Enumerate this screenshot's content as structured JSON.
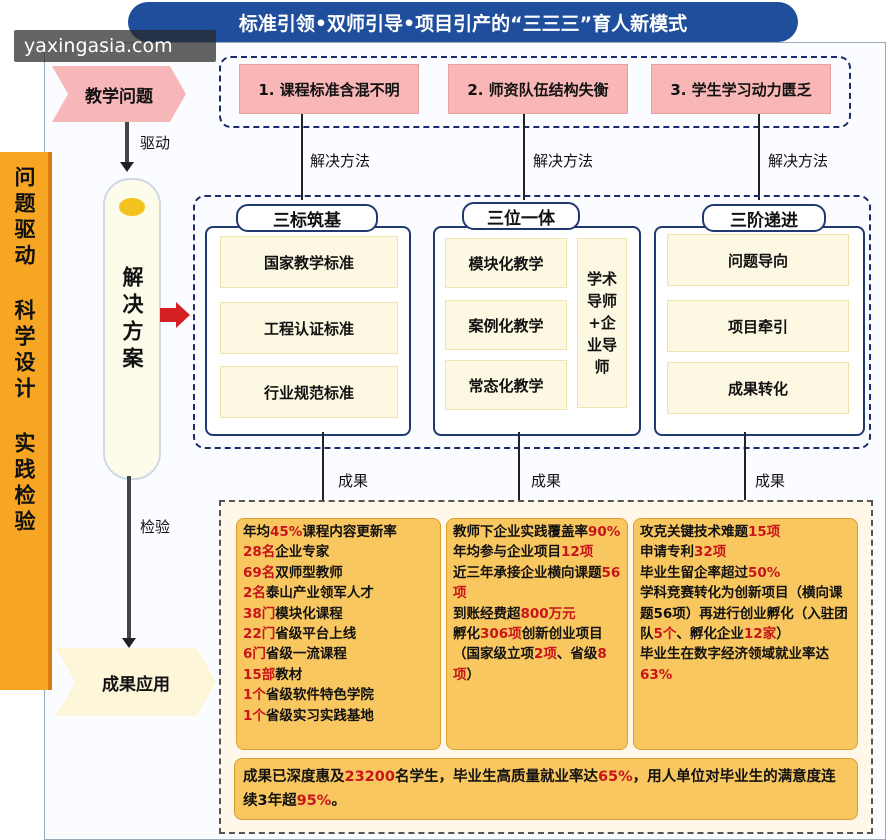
{
  "title": "标准引领•双师引导•项目引产的“三三三”育人新模式",
  "watermark": "yaxingasia.com",
  "sidebar": {
    "text": "问题驱动 科学设计 实践检验"
  },
  "left_flow": {
    "problem": "教学问题",
    "drive": "驱动",
    "solution": "解决方案",
    "verify": "检验",
    "result": "成果应用"
  },
  "problems": [
    "1. 课程标准含混不明",
    "2. 师资队伍结构失衡",
    "3. 学生学习动力匮乏"
  ],
  "method_label": "解决方法",
  "result_label": "成果",
  "panels": {
    "p1": {
      "head": "三标筑基",
      "items": [
        "国家教学标准",
        "工程认证标准",
        "行业规范标准"
      ]
    },
    "p2": {
      "head": "三位一体",
      "items": [
        "模块化教学",
        "案例化教学",
        "常态化教学"
      ],
      "side": "学术导师+企业导师"
    },
    "p3": {
      "head": "三阶递进",
      "items": [
        "问题导向",
        "项目牵引",
        "成果转化"
      ]
    }
  },
  "results": {
    "col1": [
      [
        "",
        "年均",
        "45%",
        "课程内容更新率"
      ],
      [
        "",
        "",
        "28名",
        "企业专家"
      ],
      [
        "",
        "",
        "69名",
        "双师型教师"
      ],
      [
        "",
        "",
        "2名",
        "泰山产业领军人才"
      ],
      [
        "",
        "",
        "38门",
        "模块化课程"
      ],
      [
        "",
        "",
        "22门",
        "省级平台上线"
      ],
      [
        "",
        "",
        "6门",
        "省级一流课程"
      ],
      [
        "",
        "",
        "15部",
        "教材"
      ],
      [
        "",
        "",
        "1个",
        "省级软件特色学院"
      ],
      [
        "",
        "",
        "1个",
        "省级实习实践基地"
      ]
    ],
    "col2": [
      [
        "教师下企业实践覆盖率",
        "90%",
        ""
      ],
      [
        "年均参与企业项目",
        "12项",
        ""
      ],
      [
        "近三年承接企业横向课题",
        "56项",
        ""
      ],
      [
        "到账经费超",
        "800万元",
        ""
      ],
      [
        "孵化",
        "306项",
        "创新创业项目"
      ],
      [
        "（国家级立项",
        "2项",
        "、省级"
      ],
      [
        "",
        "8项",
        "）"
      ]
    ],
    "col3": [
      [
        "攻克关键技术难题",
        "15项",
        ""
      ],
      [
        "申请专利",
        "32项",
        ""
      ],
      [
        "毕业生留企率超过",
        "50%",
        ""
      ],
      [
        "学科竞赛转化为创新项目（横向课题56项）再进行创业孵化（入驻团队",
        "5个",
        "、孵化企业"
      ],
      [
        "",
        "12家",
        "）"
      ],
      [
        "毕业生在数字经济领域就业率达",
        "63%",
        ""
      ]
    ],
    "summary": [
      "成果已深度惠及",
      "23200",
      "名学生，毕业生高质量就业率达",
      "65%",
      "，用人单位对毕业生的满意度连续3年超",
      "95%",
      "。"
    ]
  }
}
